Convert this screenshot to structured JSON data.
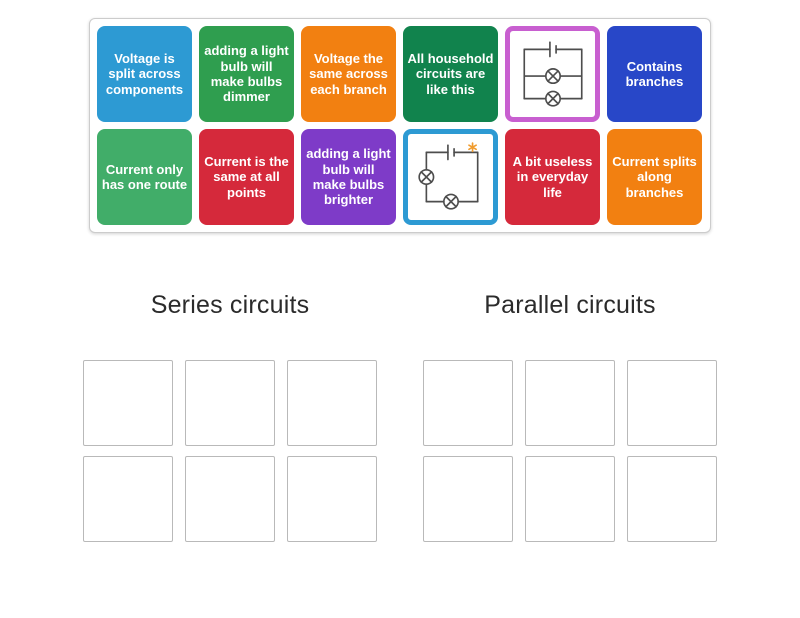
{
  "tray": {
    "tiles": [
      {
        "type": "text",
        "label": "Voltage is split across components",
        "color": "#2d9ad3"
      },
      {
        "type": "text",
        "label": "adding a light bulb will make bulbs dimmer",
        "color": "#2f9e4f"
      },
      {
        "type": "text",
        "label": "Voltage the same across each branch",
        "color": "#f28011"
      },
      {
        "type": "text",
        "label": "All household circuits are like this",
        "color": "#11834d"
      },
      {
        "type": "image",
        "icon": "parallel-circuit-image",
        "color": "#c85fd0"
      },
      {
        "type": "text",
        "label": "Contains branches",
        "color": "#2847c8"
      },
      {
        "type": "text",
        "label": "Current only has one route",
        "color": "#41ad69"
      },
      {
        "type": "text",
        "label": "Current is the same at all points",
        "color": "#d5293b"
      },
      {
        "type": "text",
        "label": "adding a light bulb will make bulbs brighter",
        "color": "#7e3bc8"
      },
      {
        "type": "image",
        "icon": "series-circuit-image",
        "color": "#2d9ad3"
      },
      {
        "type": "text",
        "label": "A bit useless in everyday life",
        "color": "#d5293b"
      },
      {
        "type": "text",
        "label": "Current splits along branches",
        "color": "#f28011"
      }
    ]
  },
  "groups": [
    {
      "title": "Series circuits"
    },
    {
      "title": "Parallel circuits"
    }
  ]
}
